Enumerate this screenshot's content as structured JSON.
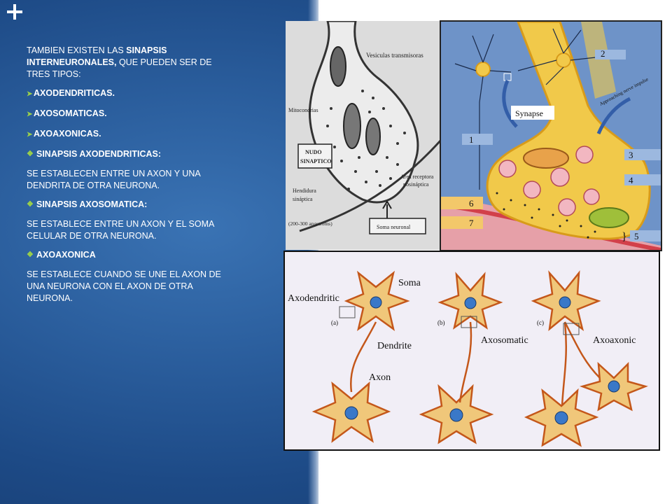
{
  "text": {
    "intro_prefix": "TAMBIEN EXISTEN LAS ",
    "intro_bold": "SINAPSIS INTERNEURONALES,",
    "intro_suffix": " QUE PUEDEN  SER DE TRES TIPOS:",
    "types": [
      "AXODENDRITICAS.",
      "AXOSOMATICAS.",
      "AXOAXONICAS."
    ],
    "sections": [
      {
        "heading": "SINAPSIS AXODENDRITICAS:",
        "body": "SE ESTABLECEN ENTRE UN AXON Y UNA DENDRITA DE OTRA NEURONA."
      },
      {
        "heading": "SINAPSIS AXOSOMATICA:",
        "body": "SE ESTABLECE ENTRE UN AXON Y EL SOMA CELULAR DE OTRA NEURONA."
      },
      {
        "heading": "AXOAXONICA",
        "body": "SE ESTABLECE CUANDO SE UNE EL AXON DE UNA NEURONA  CON EL AXON DE OTRA NEURONA."
      }
    ]
  },
  "fig_nudo": {
    "vesiculas": "Vesiculas transmisoras",
    "mitocondrias": "Mitocondrias",
    "nudo_line1": "NUDO",
    "nudo_line2": "SINAPTICO",
    "area_line1": "Area receptora",
    "area_line2": "posináptica",
    "hendidura_line1": "Hendidura",
    "hendidura_line2": "sináptica",
    "hendidura_line3": "(200-300 angstroms)",
    "soma": "Soma neuronal"
  },
  "fig_synapse": {
    "synapse": "Synapse",
    "impulse": "Approaching nerve impulse",
    "num1": "1",
    "num2": "2",
    "num3": "3",
    "num4": "4",
    "num5": "5",
    "num6": "6",
    "num7": "7"
  },
  "fig_types": {
    "soma": "Soma",
    "axodendritic": "Axodendritic",
    "dendrite": "Dendrite",
    "axon": "Axon",
    "axosomatic": "Axosomatic",
    "axoaxonic": "Axoaxonic",
    "a": "(a)",
    "b": "(b)",
    "c": "(c)"
  },
  "colors": {
    "accent_bullet": "#9ad04a",
    "neuron_fill": "#f0c77a",
    "nucleus": "#3a78c8"
  }
}
